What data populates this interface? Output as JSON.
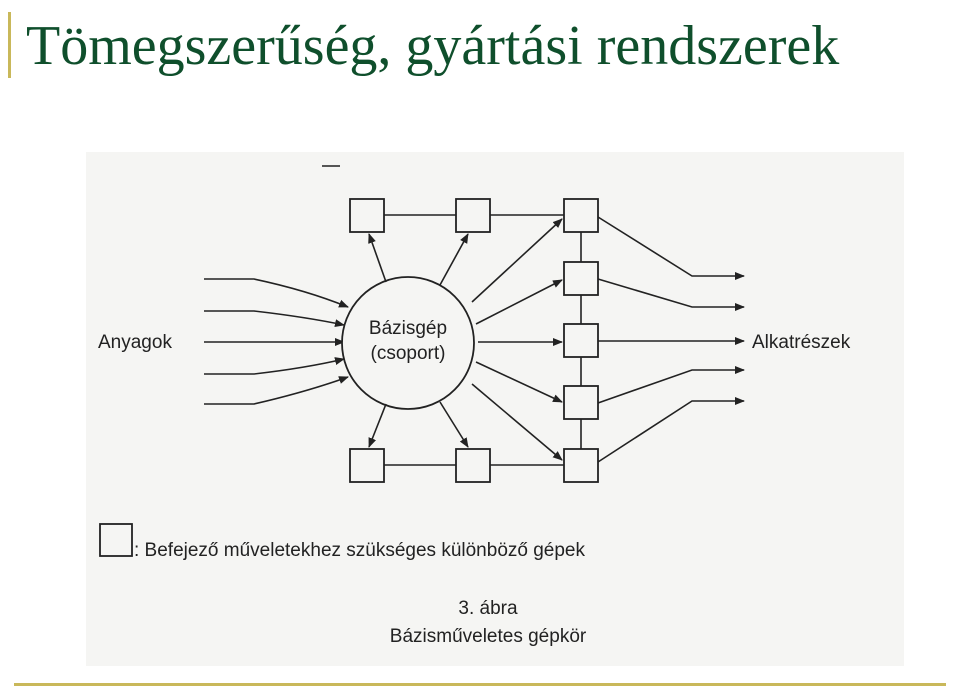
{
  "slide": {
    "title": "Tömegszerűség, gyártási rendszerek",
    "accent_color": "#c9b85a",
    "title_color": "#0f4f2c"
  },
  "diagram": {
    "input_label": "Anyagok",
    "center_line1": "Bázisgép",
    "center_line2": "(csoport)",
    "output_label": "Alkatrészek",
    "legend_text": ": Befejező műveletekhez szükséges különböző gépek",
    "caption_number": "3. ábra",
    "caption_title": "Bázisműveletes gépkör"
  }
}
